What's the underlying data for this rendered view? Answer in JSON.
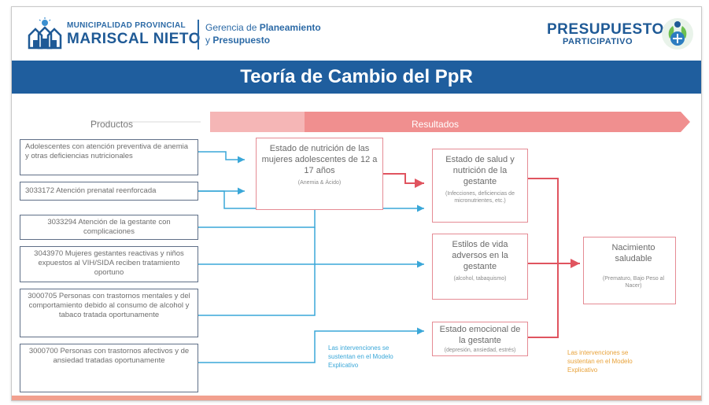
{
  "header": {
    "muni_small": "MUNICIPALIDAD PROVINCIAL",
    "muni_big": "MARISCAL NIETO",
    "gerencia_line1_prefix": "Gerencia de ",
    "gerencia_line1_bold": "Planeamiento",
    "gerencia_line2_prefix": "y ",
    "gerencia_line2_bold": "Presupuesto",
    "pp_big": "PRESUPUESTO",
    "pp_mid": "PARTICIPATIVO"
  },
  "title": "Teoría de Cambio del PpR",
  "sections": {
    "productos": "Productos",
    "resultados": "Resultados"
  },
  "productos": [
    "Adolescentes con atención preventiva de anemia y otras deficiencias nutricionales",
    "3033172 Atención prenatal reenforcada",
    "3033294 Atención de la gestante con complicaciones",
    "3043970 Mujeres gestantes reactivas y niños expuestos al VIH/SIDA reciben tratamiento oportuno",
    "3000705 Personas con trastornos mentales y del comportamiento debido al consumo de alcohol y tabaco tratada oportunamente",
    "3000700 Personas con trastornos afectivos y de ansiedad tratadas oportunamente"
  ],
  "resultados": {
    "nutricion": {
      "main": "Estado de nutrición de las mujeres adolescentes de 12 a 17 años",
      "sub": "(Anemia & Ácido)"
    },
    "salud": {
      "main": "Estado de salud y nutrición de la gestante",
      "sub": "(Infecciones, deficiencias de micronutrientes, etc.)"
    },
    "estilos": {
      "main": "Estilos de vida adversos en la gestante",
      "sub": "(alcohol, tabaquismo)"
    },
    "emocional": {
      "main": "Estado emocional de la gestante",
      "sub": "(depresión, ansiedad, estrés)"
    },
    "nacimiento": {
      "main": "Nacimiento saludable",
      "sub": "(Prematuro, Bajo Peso al Nacer)"
    }
  },
  "notes": {
    "blue": "Las intervenciones se sustentan en el Modelo Explicativo",
    "orange": "Las intervenciones se sustentan en el Modelo Explicativo"
  },
  "colors": {
    "title_bar": "#1f5e9e",
    "blue_arrow": "#3aa7d8",
    "red_arrow": "#e0545f",
    "result_band": "#f08f8f"
  }
}
